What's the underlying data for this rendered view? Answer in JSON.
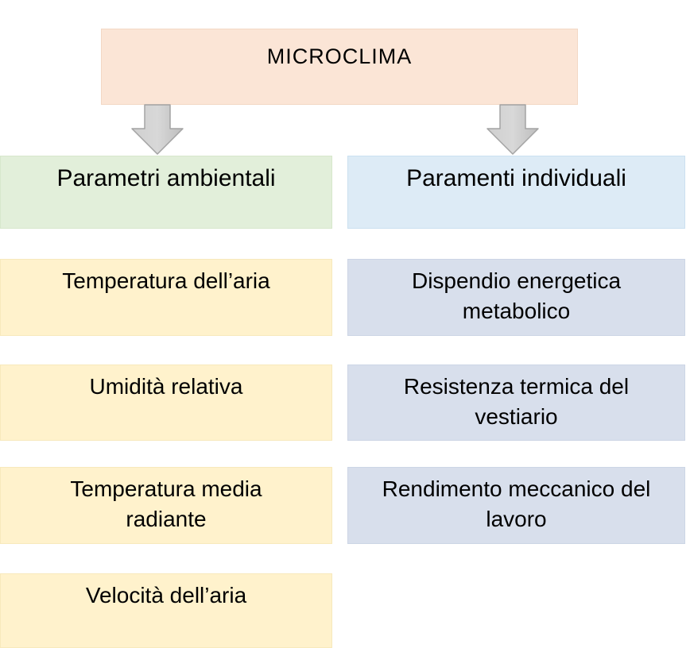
{
  "diagram": {
    "title": "MICROCLIMA",
    "columns": [
      {
        "header": "Parametri ambientali",
        "items": [
          "Temperatura dell’aria",
          "Umidità relativa",
          "Temperatura media\nradiante",
          "Velocità dell’aria"
        ]
      },
      {
        "header": "Paramenti individuali",
        "items": [
          "Dispendio energetica\nmetabolico",
          "Resistenza termica del\nvestiario",
          "Rendimento meccanico del\nlavoro"
        ]
      }
    ],
    "colors": {
      "background": "#FFFFFF",
      "title_box": "#FBE5D6",
      "left_header": "#E2EFDA",
      "right_header": "#DDEBF6",
      "left_item": "#FFF2CC",
      "right_item": "#D8DFEC",
      "arrow_fill_light": "#D4D4D4",
      "arrow_fill_dark": "#BFBFBF",
      "arrow_border": "#A3A3A3",
      "text": "#000000"
    }
  }
}
